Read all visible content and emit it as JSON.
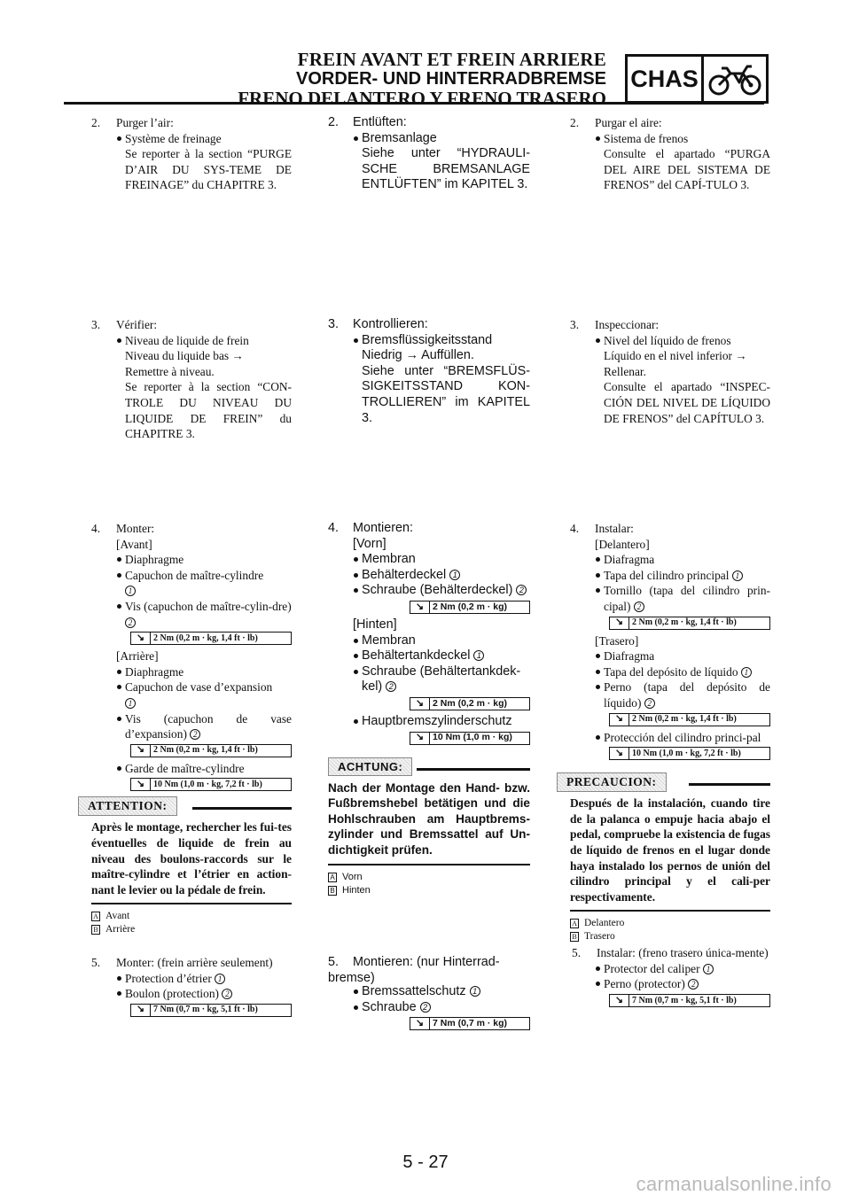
{
  "header": {
    "title_fr": "FREIN AVANT ET FREIN ARRIERE",
    "title_de": "VORDER- UND HINTERRADBREMSE",
    "title_es": "FRENO DELANTERO Y FRENO TRASERO",
    "section": "CHAS",
    "icon": "motorcycle-icon"
  },
  "fr": {
    "s2": {
      "num": "2.",
      "title": "Purger l’air:",
      "bullet": "Système de freinage",
      "text": "Se reporter à la section “PURGE D’AIR DU SYS-TEME DE FREINAGE” du CHAPITRE 3."
    },
    "s3": {
      "num": "3.",
      "title": "Vérifier:",
      "bullet": "Niveau de liquide de frein",
      "text1": "Niveau du liquide bas →",
      "text2": "Remettre à niveau.",
      "text3": "Se reporter à la section “CON-TROLE DU NIVEAU DU LIQUIDE DE FREIN” du CHAPITRE 3."
    },
    "s4": {
      "num": "4.",
      "title": "Monter:",
      "front": "[Avant]",
      "b1": "Diaphragme",
      "b2": "Capuchon de maître-cylindre",
      "b3": "Vis (capuchon de maître-cylin-dre)",
      "t1": "2 Nm (0,2 m · kg, 1,4 ft · lb)",
      "rear": "[Arrière]",
      "b4": "Diaphragme",
      "b5": "Capuchon de vase d’expansion",
      "b6": "Vis (capuchon de vase d’expansion)",
      "t2": "2 Nm (0,2 m · kg, 1,4 ft · lb)",
      "b7": "Garde de maître-cylindre",
      "t3": "10 Nm (1,0 m · kg, 7,2 ft · lb)"
    },
    "warn": {
      "label": "ATTENTION:",
      "text": "Après le montage, rechercher les fui-tes éventuelles de liquide de frein au niveau des boulons-raccords sur le maître-cylindre et l’étrier en action-nant le levier ou la pédale de frein."
    },
    "legend": {
      "a_key": "A",
      "a": "Avant",
      "b_key": "B",
      "b": "Arrière"
    },
    "s5": {
      "num": "5.",
      "title": "Monter: (frein arrière seulement)",
      "b1": "Protection d’étrier",
      "b2": "Boulon (protection)",
      "t1": "7 Nm (0,7 m · kg, 5,1 ft · lb)"
    }
  },
  "de": {
    "s2": {
      "num": "2.",
      "title": "Entlüften:",
      "bullet": "Bremsanlage",
      "text": "Siehe unter “HYDRAULI-SCHE BREMSANLAGE ENTLÜFTEN” im KAPITEL 3."
    },
    "s3": {
      "num": "3.",
      "title": "Kontrollieren:",
      "bullet": "Bremsflüssigkeitsstand",
      "text1": "Niedrig → Auffüllen.",
      "text2": "Siehe unter “BREMSFLÜS-SIGKEITSSTAND KON-TROLLIEREN” im KAPITEL 3."
    },
    "s4": {
      "num": "4.",
      "title": "Montieren:",
      "front": "[Vorn]",
      "b1": "Membran",
      "b2": "Behälterdeckel",
      "b3": "Schraube (Behälterdeckel)",
      "t1": "2 Nm (0,2 m · kg)",
      "rear": "[Hinten]",
      "b4": "Membran",
      "b5": "Behältertankdeckel",
      "b6": "Schraube (Behältertankdek-kel)",
      "t2": "2 Nm (0,2 m · kg)",
      "b7": "Hauptbremszylinderschutz",
      "t3": "10 Nm (1,0 m · kg)"
    },
    "warn": {
      "label": "ACHTUNG:",
      "text": "Nach der Montage den Hand- bzw. Fußbremshebel betätigen und die Hohlschrauben am Hauptbrems-zylinder und Bremssattel auf Un-dichtigkeit prüfen."
    },
    "legend": {
      "a_key": "A",
      "a": "Vorn",
      "b_key": "B",
      "b": "Hinten"
    },
    "s5": {
      "num": "5.",
      "title": "Montieren: (nur Hinterrad-bremse)",
      "b1": "Bremssattelschutz",
      "b2": "Schraube",
      "t1": "7 Nm (0,7 m · kg)"
    }
  },
  "es": {
    "s2": {
      "num": "2.",
      "title": "Purgar el aire:",
      "bullet": "Sistema de frenos",
      "text": "Consulte el apartado “PURGA DEL AIRE DEL SISTEMA DE FRENOS” del CAPÍ-TULO 3."
    },
    "s3": {
      "num": "3.",
      "title": "Inspeccionar:",
      "bullet": "Nivel del líquido de frenos",
      "text1": "Líquido en el nivel inferior →",
      "text2": "Rellenar.",
      "text3": "Consulte el apartado “INSPEC-CIÓN DEL NIVEL DE LÍQUIDO DE FRENOS” del CAPÍTULO 3."
    },
    "s4": {
      "num": "4.",
      "title": "Instalar:",
      "front": "[Delantero]",
      "b1": "Diafragma",
      "b2": "Tapa del cilindro principal",
      "b3": "Tornillo (tapa del cilindro prin-cipal)",
      "t1": "2 Nm (0,2 m · kg, 1,4 ft · lb)",
      "rear": "[Trasero]",
      "b4": "Diafragma",
      "b5": "Tapa del depósito de líquido",
      "b6": "Perno (tapa del depósito de líquido)",
      "t2": "2 Nm (0,2 m · kg, 1,4 ft · lb)",
      "b7": "Protección del cilindro princi-pal",
      "t3": "10 Nm (1,0 m · kg, 7,2 ft · lb)"
    },
    "warn": {
      "label": "PRECAUCION:",
      "text": "Después de la instalación, cuando tire de la palanca o empuje hacia abajo el pedal, compruebe la existencia de fugas de líquido de frenos en el lugar donde haya instalado los pernos de unión del cilindro principal y el cali-per respectivamente."
    },
    "legend": {
      "a_key": "A",
      "a": "Delantero",
      "b_key": "B",
      "b": "Trasero"
    },
    "s5": {
      "num": "5.",
      "title": "Instalar: (freno trasero única-mente)",
      "b1": "Protector del caliper",
      "b2": "Perno (protector)",
      "t1": "7 Nm (0,7 m · kg, 5,1 ft · lb)"
    }
  },
  "refs": {
    "one": "1",
    "two": "2"
  },
  "torque_icon": "wrench-icon",
  "page_number": "5 - 27",
  "watermark": "carmanualsonline.info"
}
